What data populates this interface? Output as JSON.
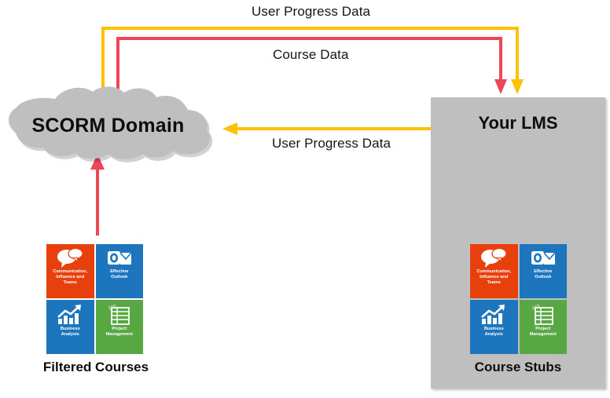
{
  "diagram": {
    "title": "SCORM Domain to LMS course and progress data flow",
    "colors": {
      "yellow_arrow": "#FFC000",
      "red_arrow": "#EE4557",
      "cloud_fill": "#BFBFBF",
      "lms_fill": "#BFBFBF",
      "tile_orange": "#E8400C",
      "tile_blue": "#1D75BD",
      "tile_green": "#57A843",
      "text": "#0D0D0D"
    }
  },
  "cloud": {
    "label": "SCORM Domain"
  },
  "lms": {
    "title": "Your LMS"
  },
  "edges": [
    {
      "id": "user-progress-top",
      "label": "User Progress Data",
      "color": "#FFC000",
      "from": "SCORM Domain",
      "to": "Your LMS",
      "direction": "down-into-lms"
    },
    {
      "id": "course-data",
      "label": "Course Data",
      "color": "#EE4557",
      "from": "SCORM Domain",
      "to": "Your LMS",
      "direction": "down-into-lms"
    },
    {
      "id": "user-progress-mid",
      "label": "User Progress Data",
      "color": "#FFC000",
      "from": "Your LMS",
      "to": "SCORM Domain",
      "direction": "left-into-cloud"
    },
    {
      "id": "filtered-courses-up",
      "label": "",
      "color": "#EE4557",
      "from": "Filtered Courses",
      "to": "SCORM Domain",
      "direction": "up-into-cloud"
    }
  ],
  "captions": {
    "filtered_courses": "Filtered Courses",
    "course_stubs": "Course Stubs"
  },
  "courses": [
    {
      "name": "Communication, Influence and Teams",
      "label_lines": [
        "Communication,",
        "Influence and",
        "Teams"
      ],
      "color": "#E8400C",
      "icon": "speech-bubbles-icon"
    },
    {
      "name": "Effective Outlook",
      "label_lines": [
        "Effective",
        "Outlook"
      ],
      "color": "#1D75BD",
      "icon": "outlook-envelope-icon"
    },
    {
      "name": "Business Analysis",
      "label_lines": [
        "Business",
        "Analysis"
      ],
      "color": "#1D75BD",
      "icon": "bar-chart-arrow-icon"
    },
    {
      "name": "Project Management",
      "label_lines": [
        "Project",
        "Management"
      ],
      "color": "#57A843",
      "icon": "table-grid-icon"
    }
  ]
}
